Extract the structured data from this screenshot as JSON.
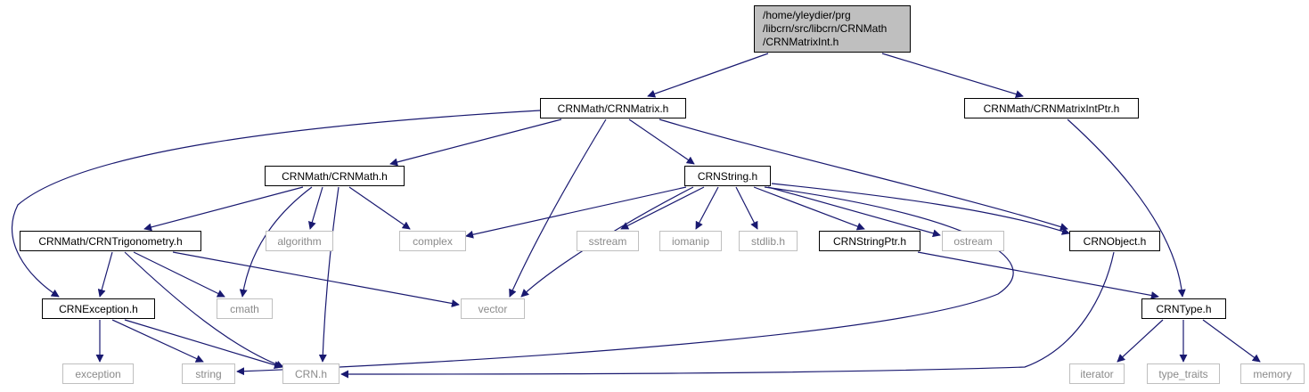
{
  "root": {
    "lines": [
      "/home/yleydier/prg",
      "/libcrn/src/libcrn/CRNMath",
      "/CRNMatrixInt.h"
    ]
  },
  "nodes": {
    "crnmatrix": "CRNMath/CRNMatrix.h",
    "crnmatrixintptr": "CRNMath/CRNMatrixIntPtr.h",
    "crnmath": "CRNMath/CRNMath.h",
    "crnstring": "CRNString.h",
    "crntrigonometry": "CRNMath/CRNTrigonometry.h",
    "algorithm": "algorithm",
    "complex": "complex",
    "sstream": "sstream",
    "iomanip": "iomanip",
    "stdlib": "stdlib.h",
    "crnstringptr": "CRNStringPtr.h",
    "ostream": "ostream",
    "crnobject": "CRNObject.h",
    "crnexception": "CRNException.h",
    "cmath": "cmath",
    "vector": "vector",
    "crntype": "CRNType.h",
    "exception": "exception",
    "string": "string",
    "crn": "CRN.h",
    "iterator": "iterator",
    "type_traits": "type_traits",
    "memory": "memory"
  },
  "colors": {
    "edge": "#191970",
    "root_fill": "#bfbfbf",
    "node_border": "#000000",
    "external_border": "#bfbfbf",
    "external_text": "#8a8a8a"
  }
}
